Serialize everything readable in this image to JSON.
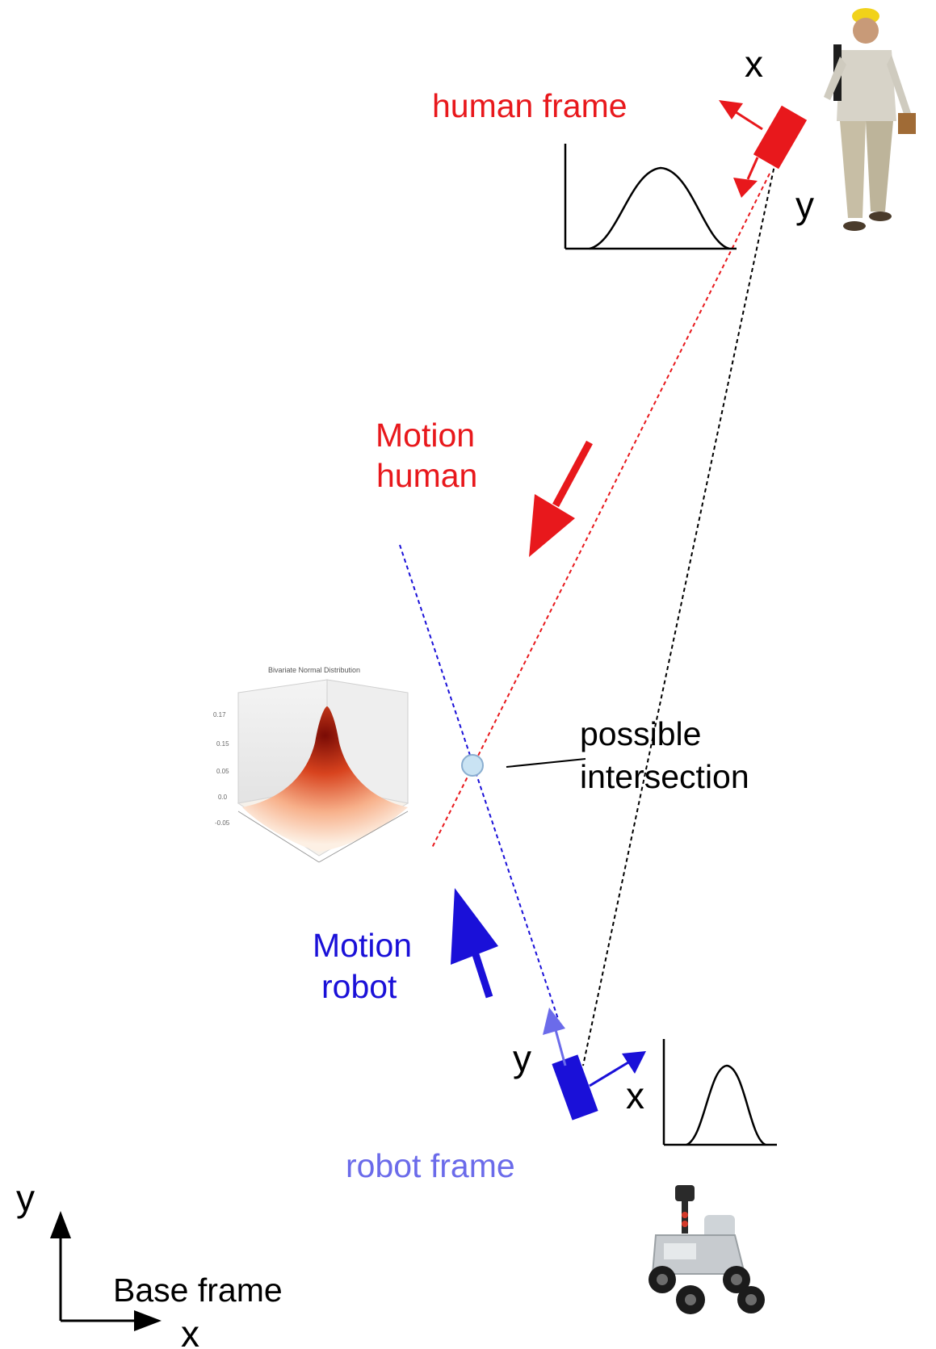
{
  "labels": {
    "human_frame": "human frame",
    "human_x": "x",
    "human_y": "y",
    "motion_human_1": "Motion",
    "motion_human_2": "human",
    "possible_1": "possible",
    "possible_2": "intersection",
    "motion_robot_1": "Motion",
    "motion_robot_2": "robot",
    "robot_y": "y",
    "robot_x": "x",
    "robot_frame": "robot frame",
    "base_y": "y",
    "base_frame": "Base frame",
    "base_x": "x"
  },
  "colors": {
    "human": "#e8181c",
    "robot": "#1a10d8",
    "robot_light": "#6b6bea",
    "intersection_fill": "#c9e3f3",
    "intersection_stroke": "#8aaed0",
    "ink": "#000000"
  }
}
